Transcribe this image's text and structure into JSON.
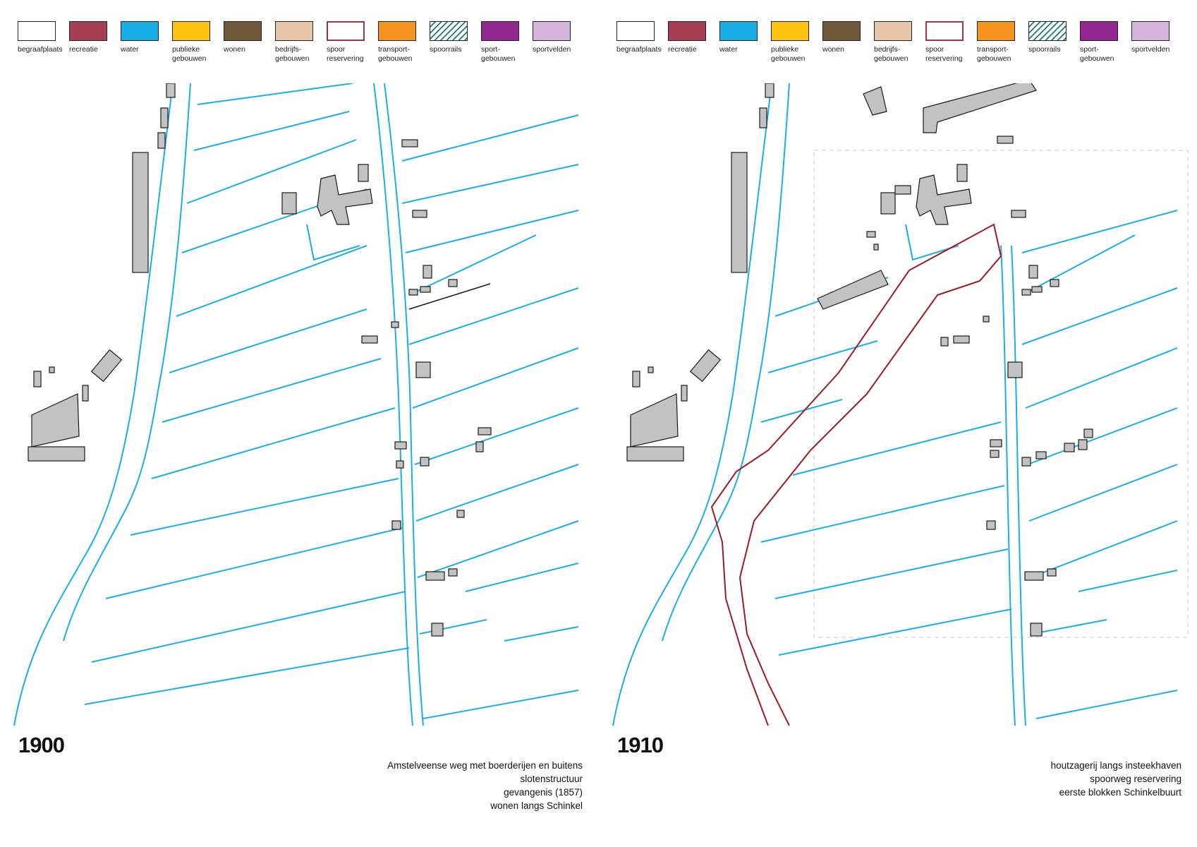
{
  "legend": [
    {
      "label": "begraafplaats",
      "color": "#ffffff",
      "pattern": "none"
    },
    {
      "label": "recreatie",
      "color": "#a63f53",
      "pattern": "none"
    },
    {
      "label": "water",
      "color": "#1aaee8",
      "pattern": "none"
    },
    {
      "label": "publieke\ngebouwen",
      "color": "#ffc20e",
      "pattern": "none"
    },
    {
      "label": "wonen",
      "color": "#6e5a3a",
      "pattern": "none"
    },
    {
      "label": "bedrijfs-\ngebouwen",
      "color": "#e8c6a8",
      "pattern": "none"
    },
    {
      "label": "spoor\nreservering",
      "color": "#a0353f",
      "pattern": "outline"
    },
    {
      "label": "transport-\ngebouwen",
      "color": "#f7941d",
      "pattern": "none"
    },
    {
      "label": "spoorrails",
      "color": "#1d7a6e",
      "pattern": "hatch"
    },
    {
      "label": "sport-\ngebouwen",
      "color": "#92278f",
      "pattern": "none"
    },
    {
      "label": "sportvelden",
      "color": "#d6b6dc",
      "pattern": "none"
    }
  ],
  "colors": {
    "water_line": "#1aaee8",
    "building_fill": "#c2c2c2",
    "building_stroke": "#1a1a1a",
    "rail_reservation": "#9b1b26",
    "frame_dashed": "#b9cfd8"
  },
  "panels": [
    {
      "year": "1900",
      "notes": [
        "Amstelveense weg met boerderijen en buitens",
        "slotenstructuur",
        "gevangenis (1857)",
        "wonen langs Schinkel"
      ]
    },
    {
      "year": "1910",
      "notes": [
        "houtzagerij langs insteekhaven",
        "spoorweg reservering",
        "eerste blokken Schinkelbuurt"
      ]
    }
  ]
}
